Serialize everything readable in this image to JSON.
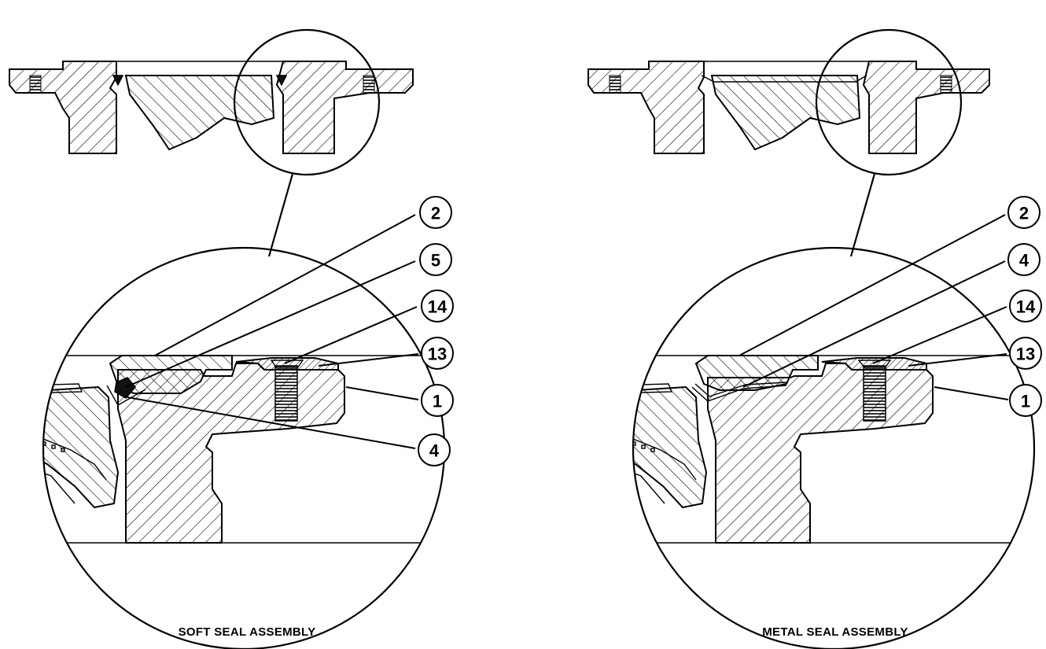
{
  "views": [
    {
      "caption": "SOFT SEAL ASSEMBLY",
      "callouts": [
        "2",
        "5",
        "14",
        "13",
        "1",
        "4"
      ]
    },
    {
      "caption": "METAL SEAL ASSEMBLY",
      "callouts": [
        "2",
        "4",
        "14",
        "13",
        "1"
      ]
    }
  ]
}
